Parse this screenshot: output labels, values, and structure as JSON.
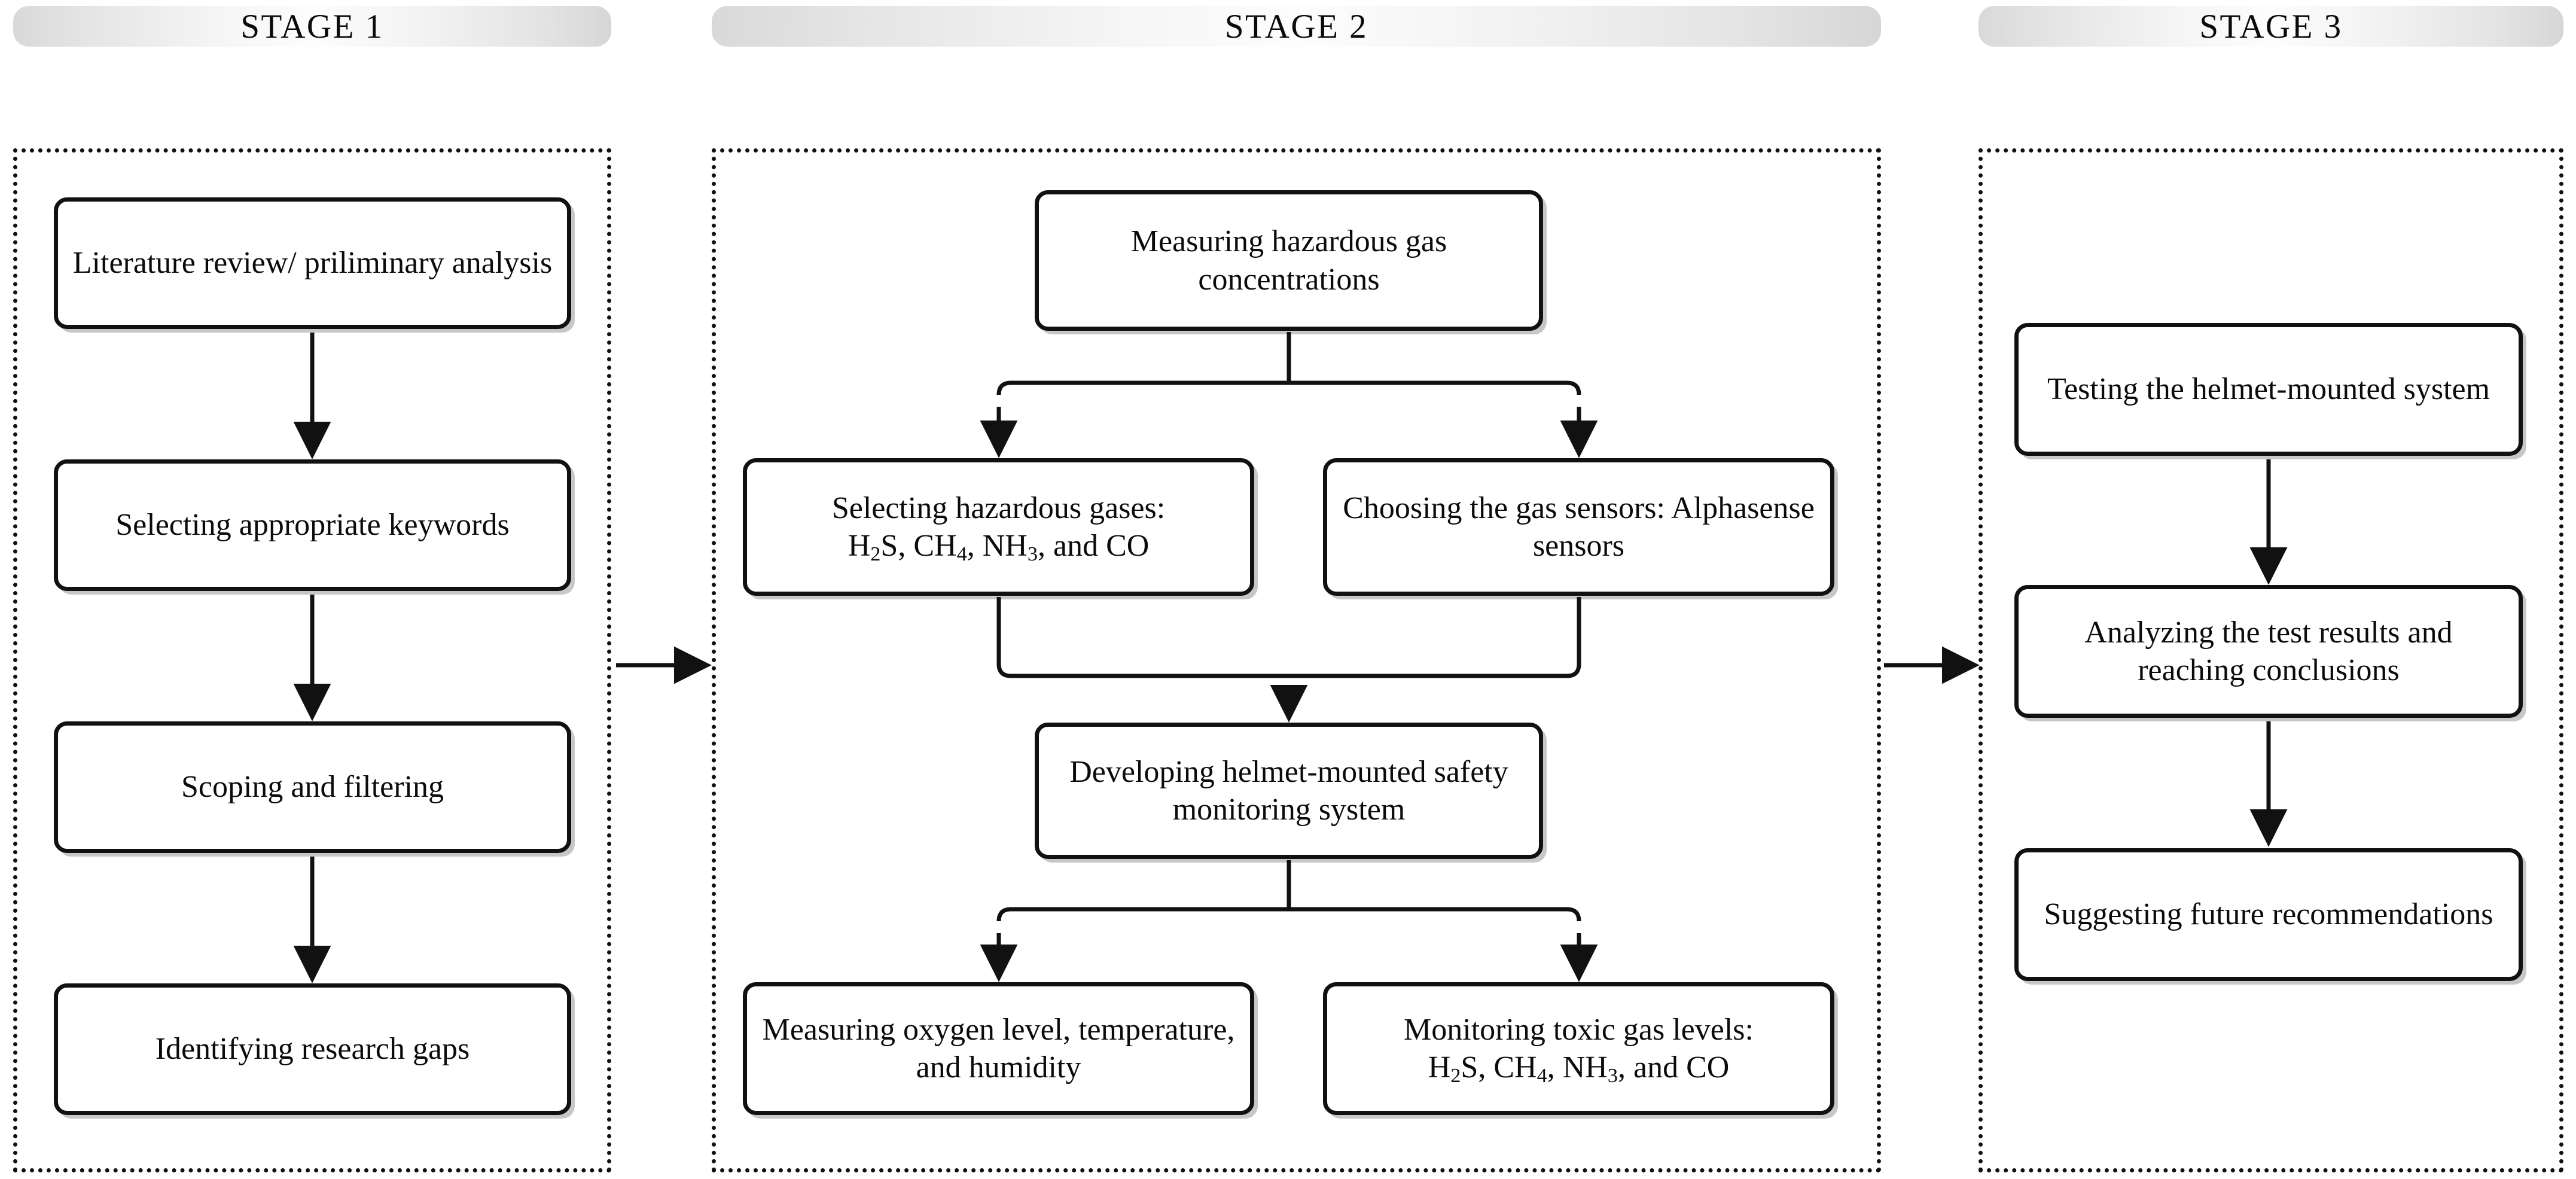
{
  "diagram": {
    "title": "Three-stage research methodology flowchart",
    "colors": {
      "line": "#111111",
      "node_border": "#111111",
      "node_fill": "#ffffff",
      "header_gradient_edge": "#d9d9d9",
      "header_gradient_center": "#fdfdfd",
      "text": "#0b0b0b",
      "background": "#ffffff"
    }
  },
  "stages": [
    {
      "id": "stage1",
      "header_label": "STAGE 1"
    },
    {
      "id": "stage2",
      "header_label": "STAGE 2"
    },
    {
      "id": "stage3",
      "header_label": "STAGE 3"
    }
  ],
  "stage1_nodes": [
    {
      "id": "s1n1",
      "text": "Literature review/ priliminary analysis"
    },
    {
      "id": "s1n2",
      "text": "Selecting appropriate keywords"
    },
    {
      "id": "s1n3",
      "text": "Scoping and filtering"
    },
    {
      "id": "s1n4",
      "text": "Identifying research gaps"
    }
  ],
  "stage2_nodes": [
    {
      "id": "s2n1",
      "text": "Measuring hazardous gas concentrations"
    },
    {
      "id": "s2n2",
      "line1": "Selecting hazardous gases:",
      "line2_prefix": "H",
      "line2_sub1": "2",
      "line2_mid1": "S, CH",
      "line2_sub2": "4",
      "line2_mid2": ", NH",
      "line2_sub3": "3",
      "line2_suffix": ", and CO"
    },
    {
      "id": "s2n3",
      "text": "Choosing the gas sensors: Alphasense sensors"
    },
    {
      "id": "s2n4",
      "text": "Developing helmet-mounted safety monitoring system"
    },
    {
      "id": "s2n5",
      "text": "Measuring oxygen level, temperature, and humidity"
    },
    {
      "id": "s2n6",
      "line1": "Monitoring toxic gas levels:",
      "line2_prefix": "H",
      "line2_sub1": "2",
      "line2_mid1": "S, CH",
      "line2_sub2": "4",
      "line2_mid2": ", NH",
      "line2_sub3": "3",
      "line2_suffix": ", and CO"
    }
  ],
  "stage3_nodes": [
    {
      "id": "s3n1",
      "text": "Testing the helmet-mounted system"
    },
    {
      "id": "s3n2",
      "text": "Analyzing the test results and reaching conclusions"
    },
    {
      "id": "s3n3",
      "text": "Suggesting future recommendations"
    }
  ],
  "connectors": {
    "stage1_to_stage2": "arrow-right",
    "stage2_to_stage3": "arrow-right",
    "vertical_arrows": 7,
    "split_connectors": 2,
    "merge_connectors": 1
  }
}
